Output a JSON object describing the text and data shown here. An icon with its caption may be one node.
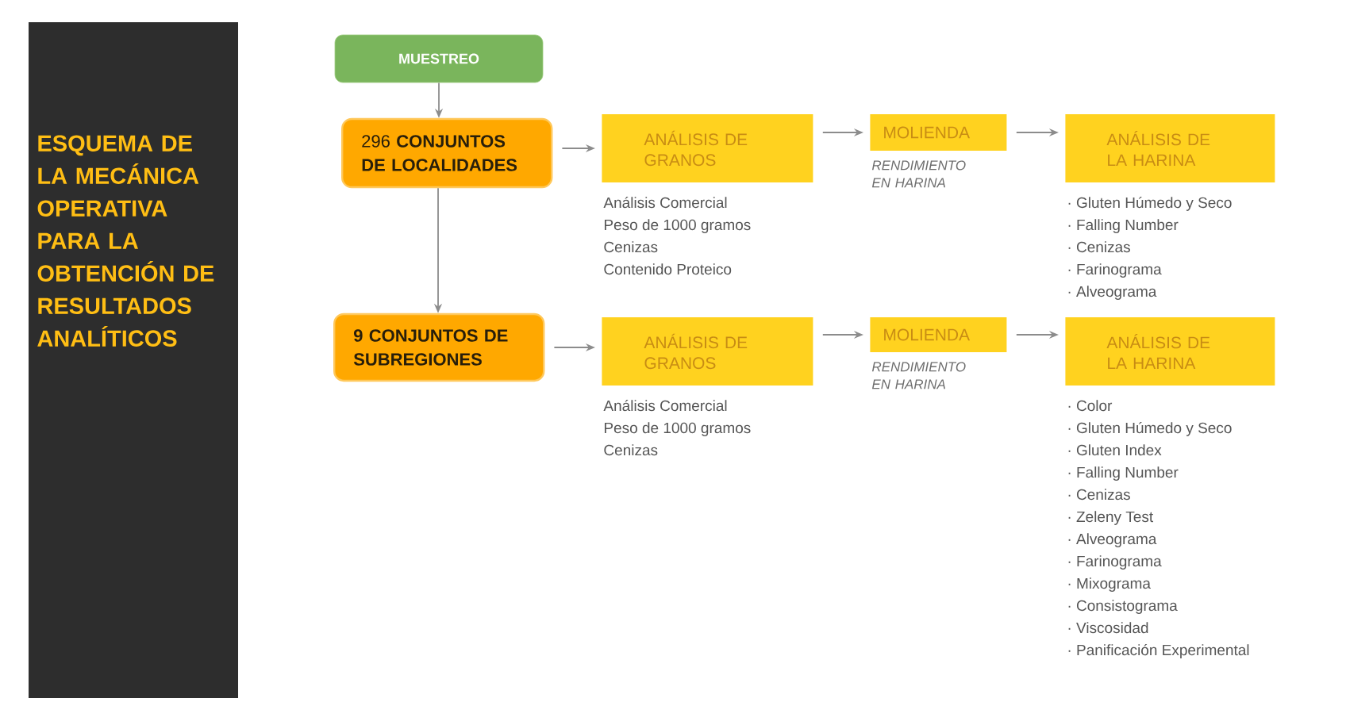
{
  "diagram": {
    "title": "ESQUEMA DE LA MECÁNICA OPERATIVA PARA LA OBTENCIÓN DE RESULTADOS ANALÍTICOS",
    "nodes": [
      {
        "text": [
          "MUESTREO"
        ]
      },
      {
        "text": [
          "296 **CONJUNTOS DE LOCALIDADES**"
        ]
      },
      {
        "text": [
          "ANÁLISIS DE GRANOS"
        ],
        "beside": [
          "Análisis Comercial",
          "Peso de 1000 gramos",
          "Cenizas",
          "Contenido Proteico"
        ]
      },
      {
        "text": [
          "MOLIENDA"
        ],
        "beside": [
          "RENDIMIENTO EN HARINA"
        ]
      },
      {
        "text": [
          "ANÁLISIS DE LA HARINA"
        ],
        "beside": [
          "· Gluten Húmedo y Seco",
          "· Falling Number",
          "· Cenizas",
          "· Farinograma",
          "· Alveograma"
        ]
      },
      {
        "text": [
          "**9 CONJUNTOS DE SUBREGIONES**"
        ]
      },
      {
        "text": [
          "ANÁLISIS DE GRANOS"
        ],
        "beside": [
          "Análisis Comercial",
          "Peso de 1000 gramos",
          "Cenizas"
        ]
      },
      {
        "text": [
          "MOLIENDA"
        ],
        "beside": [
          "RENDIMIENTO EN HARINA"
        ]
      },
      {
        "text": [
          "ANÁLISIS DE LA HARINA"
        ],
        "beside": [
          "· Color",
          "· Gluten Húmedo y Seco",
          "· Gluten Index",
          "· Falling Number",
          "· Cenizas",
          "· Zeleny Test",
          "· Alveograma",
          "· Farinograma",
          "· Mixograma",
          "· Consistograma",
          "· Viscosidad",
          "· Panificación Experimental"
        ]
      }
    ],
    "edges": [
      {
        "from": 0,
        "to": 1,
        "arrow": "to"
      },
      {
        "from": 1,
        "to": 5,
        "arrow": "to"
      },
      {
        "from": 1,
        "to": 2,
        "arrow": "to"
      },
      {
        "from": 2,
        "to": 3,
        "arrow": "to"
      },
      {
        "from": 3,
        "to": 4,
        "arrow": "to"
      },
      {
        "from": 5,
        "to": 6,
        "arrow": "to"
      },
      {
        "from": 6,
        "to": 7,
        "arrow": "to"
      },
      {
        "from": 7,
        "to": 8,
        "arrow": "to"
      }
    ]
  }
}
